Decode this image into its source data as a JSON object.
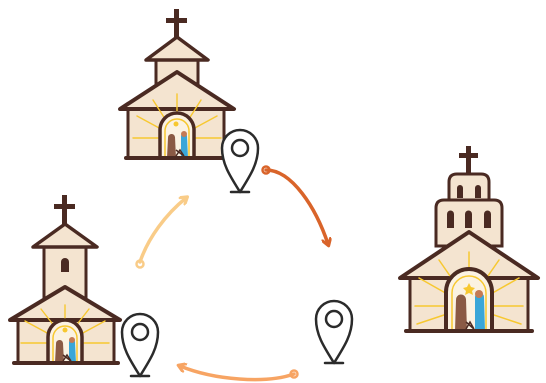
{
  "scene": {
    "colors": {
      "outline": "#4a2a22",
      "wall": "#f4e4d0",
      "glow": "#f7c830",
      "mary_robe": "#3aa6d8",
      "joseph_robe": "#8a5a45",
      "arrow_orange_dark": "#d9642a",
      "arrow_orange_light": "#f7a463",
      "arrow_yellow": "#f9cc88"
    },
    "icons": [
      "church-icon-top",
      "church-icon-left",
      "church-icon-right-domed",
      "location-pin-icon",
      "curved-arrow-icon"
    ]
  }
}
